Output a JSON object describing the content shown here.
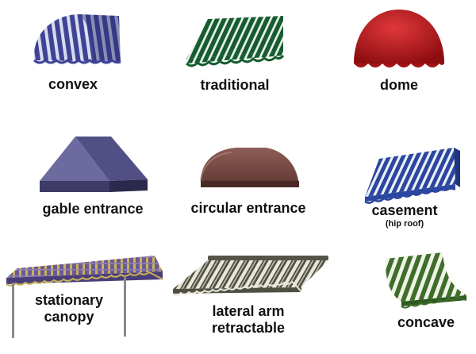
{
  "awnings": [
    {
      "label": "convex"
    },
    {
      "label": "traditional"
    },
    {
      "label": "dome"
    },
    {
      "label": "gable entrance"
    },
    {
      "label": "circular entrance"
    },
    {
      "label": "casement",
      "sub_label": "(hip roof)"
    },
    {
      "label_lines": [
        "stationary",
        "canopy"
      ]
    },
    {
      "label_lines": [
        "lateral arm",
        "retractable"
      ]
    },
    {
      "label": "concave"
    }
  ],
  "colors": {
    "convex": "#4a4fa0",
    "traditional": "#1f6b3a",
    "dome": "#c0171b",
    "gable_entrance": "#5c5a8c",
    "circular_entrance": "#7a4a44",
    "casement": "#3f58a8",
    "stationary_canopy": "#6a5a9a",
    "lateral_arm": "#5b5b4a",
    "concave": "#4f7a35"
  }
}
